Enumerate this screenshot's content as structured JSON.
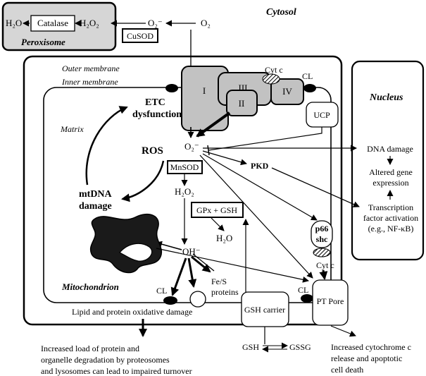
{
  "labels": {
    "cytosol": "Cytosol",
    "peroxisome": "Peroxisome",
    "nucleus": "Nucleus",
    "mitochondrion": "Mitochondrion",
    "outer_membrane": "Outer membrane",
    "inner_membrane": "Inner membrane",
    "matrix": "Matrix",
    "h2o_peroxisome": "H₂O",
    "catalase": "Catalase",
    "h2o2_peroxisome": "H₂O₂",
    "o2_radical_cytosol": "O₂⁻",
    "o2": "O₂",
    "cusod": "CuSOD",
    "complex_i": "I",
    "complex_ii": "II",
    "complex_iii": "III",
    "complex_iv": "IV",
    "cyt_c_top": "Cyt c",
    "cl_top": "CL",
    "ucp": "UCP",
    "etc_line1": "ETC",
    "etc_line2": "dysfunction",
    "ros": "ROS",
    "o2_radical_matrix": "O₂⁻",
    "mnsod": "MnSOD",
    "h2o2_matrix": "H₂O₂",
    "gpx_gsh": "GPx + GSH",
    "h2o_matrix": "H₂O",
    "oh_radical": "OH⁻",
    "fes_line1": "Fe/S",
    "fes_line2": "proteins",
    "mtdna_line1": "mtDNA",
    "mtdna_line2": "damage",
    "pkd": "PKD",
    "p66_line1": "p66",
    "p66_line2": "shc",
    "cyt_c_pore": "Cyt c",
    "cl_left": "CL",
    "cl_right": "CL",
    "pt_pore": "PT Pore",
    "gsh_carrier": "GSH carrier",
    "lipid_damage": "Lipid and protein oxidative damage",
    "dna_damage": "DNA damage",
    "altered_line1": "Altered gene",
    "altered_line2": "expression",
    "transcription_line1": "Transcription",
    "transcription_line2": "factor activation",
    "transcription_line3": "(e.g., NF-κB)",
    "gsh_exchange_left": "GSH",
    "gsh_exchange_right": "GSSG",
    "degradation_line1": "Increased load of protein and",
    "degradation_line2": "organelle degradation by proteosomes",
    "degradation_line3": "and lysosomes can lead to impaired turnover",
    "apoptosis_line1": "Increased cytochrome c",
    "apoptosis_line2": "release and apoptotic",
    "apoptosis_line3": "cell death"
  },
  "colors": {
    "peroxisome_fill": "#d6d6d6",
    "complex_fill": "#c2c2c2",
    "damage_fill": "#1a1a1a",
    "line": "#000000"
  }
}
